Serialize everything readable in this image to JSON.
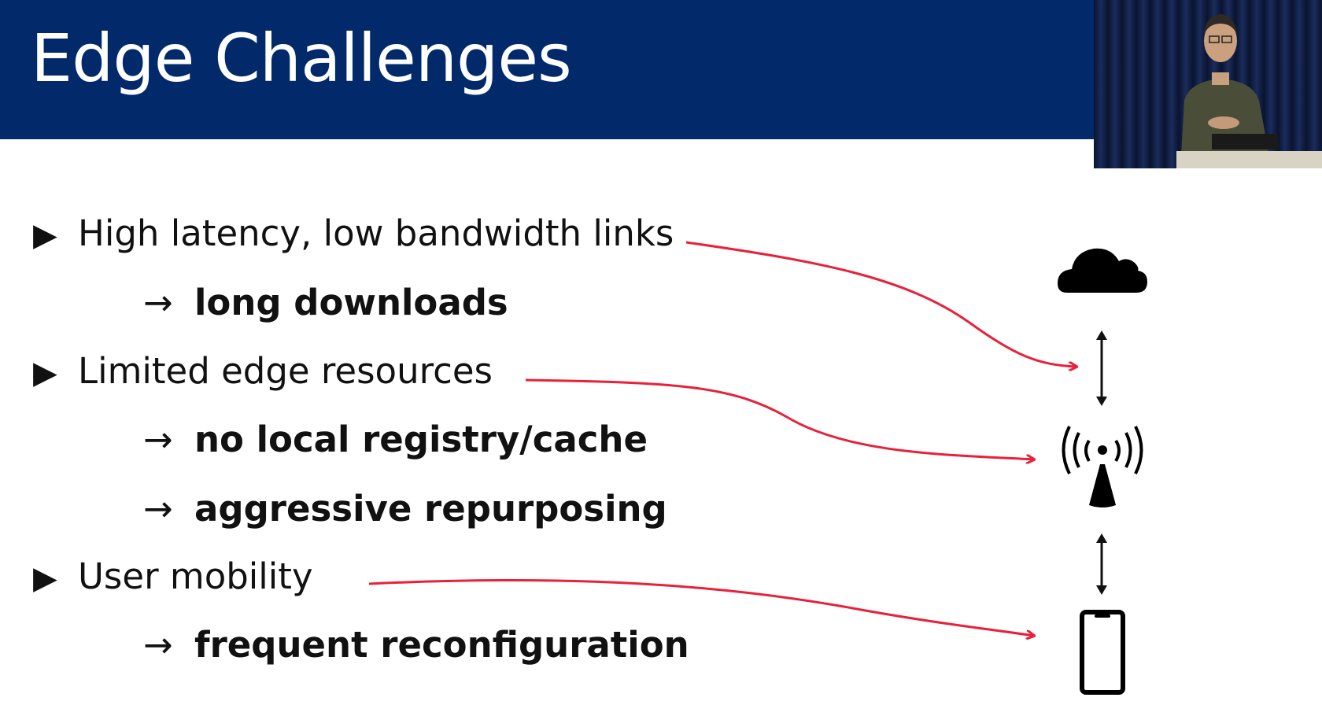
{
  "slide": {
    "title": "Edge Challenges"
  },
  "bullets": [
    {
      "level": 1,
      "marker": "▶",
      "text": "High latency, low bandwidth links"
    },
    {
      "level": 2,
      "marker": "→",
      "text": "long downloads"
    },
    {
      "level": 1,
      "marker": "▶",
      "text": "Limited edge resources"
    },
    {
      "level": 2,
      "marker": "→",
      "text": "no local registry/cache"
    },
    {
      "level": 2,
      "marker": "→",
      "text": "aggressive repurposing"
    },
    {
      "level": 1,
      "marker": "▶",
      "text": "User mobility"
    },
    {
      "level": 2,
      "marker": "→",
      "text": "frequent reconfiguration"
    }
  ],
  "diagram": {
    "icons": [
      "cloud-icon",
      "wireless-tower-icon",
      "smartphone-icon"
    ],
    "connector_color": "#e8213a"
  },
  "colors": {
    "title_bar": "#022a6b",
    "title_text": "#ffffff",
    "body_text": "#111111"
  }
}
